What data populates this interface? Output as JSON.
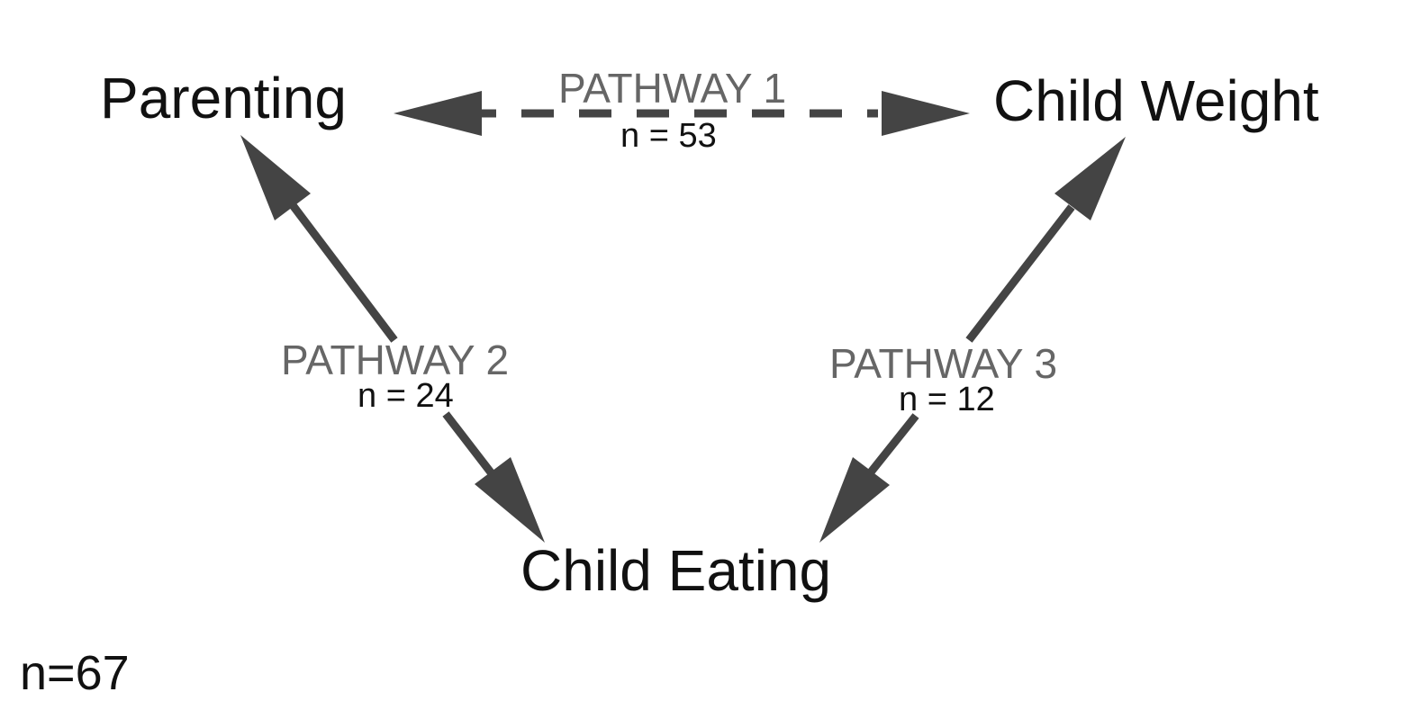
{
  "diagram": {
    "nodes": {
      "parenting": "Parenting",
      "child_weight": "Child Weight",
      "child_eating": "Child Eating"
    },
    "pathways": [
      {
        "label": "PATHWAY 1",
        "count": "n = 53",
        "style": "dashed",
        "direction": "bidirectional"
      },
      {
        "label": "PATHWAY 2",
        "count": "n = 24",
        "style": "solid",
        "direction": "bidirectional"
      },
      {
        "label": "PATHWAY 3",
        "count": "n = 12",
        "style": "solid",
        "direction": "bidirectional"
      }
    ],
    "total": "n=67",
    "colors": {
      "arrow": "#444444",
      "pathway_text": "#666666",
      "text": "#111111"
    }
  }
}
